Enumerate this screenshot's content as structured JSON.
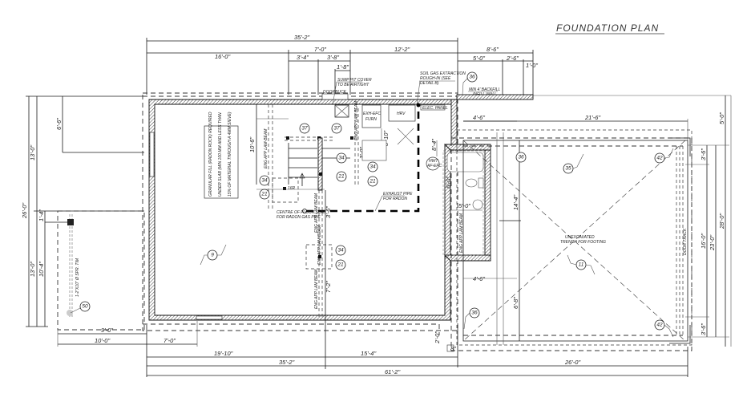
{
  "drawing": {
    "title": "FOUNDATION PLAN",
    "colors": {
      "line": "#1a1a1a",
      "background": "#ffffff",
      "hatch": "#444444"
    }
  },
  "dimensions": {
    "top": {
      "overall_main": "35'-2\"",
      "left_span": "16'-0\"",
      "stair_span": "7'-0\"",
      "stair_left": "3'-4\"",
      "stair_right": "3'-8\"",
      "stair_sub": "1'-8\"",
      "right_span": "12'-2\"",
      "garage_span": "8'-6\"",
      "garage_left": "5'-0\"",
      "garage_mid": "2'-6\"",
      "garage_right": "1'-0\""
    },
    "left": {
      "overall": "26'-0\"",
      "upper": "13'-0\"",
      "top_offset": "6'-6\"",
      "lower": "13'-0\"",
      "pier_offset": "1'-4\"",
      "pier_span": "10'-4\""
    },
    "bottom": {
      "left_a": "9'-0\"",
      "left_b": "10'-0\"",
      "window_offset": "7'-0\"",
      "seg_1": "19'-10\"",
      "seg_2": "15'-4\"",
      "main_total": "35'-2\"",
      "garage_total": "26'-0\"",
      "grand_total": "61'-2\"",
      "small_1": "2'-0\"",
      "small_2": "8\""
    },
    "interior": {
      "stair_height": "10'-6\"",
      "mech_height": "8'-10\"",
      "wall_a": "8'-4\"",
      "bath_height": "6'-0\"",
      "bath_width": "5'-0\"",
      "beam_dim": "7'-2\"",
      "small_a": "3'-0\"",
      "small_b": "1'-0\"",
      "small_c": "3'-6\""
    },
    "garage": {
      "top_width": "21'-6\"",
      "left_offset": "4'-6\"",
      "bottom_offset": "4'-6\"",
      "left_height": "14'-4\"",
      "lower_height": "6'-8\"",
      "right_top": "5'-0\"",
      "right_upper": "3'-6\"",
      "right_mid": "16'-0\"",
      "right_span": "23'-0\"",
      "right_overall": "28'-0\"",
      "right_lower": "3'-6\""
    }
  },
  "notes": {
    "granular": [
      "GRANULAR FILL (RADON ROCK) REQUIRED",
      "UNDER SLAB (MIN 100 MM AND LESS THAN",
      "15% OF MATERIAL THROUGH A 4MM SIEVE)"
    ],
    "sump": [
      "SUMP PIT COVER",
      "TO BE AIRTIGHT"
    ],
    "soil_gas": [
      "SOIL GAS EXTRACTION",
      "ROUGH-IN (SEE",
      "DETAIL B)"
    ],
    "backfill": [
      "MIN 4' BACKFILL",
      "INFILL WALL"
    ],
    "doorbuck": "DOORBUCK",
    "furnace": [
      "EXH-EFC",
      "FURN"
    ],
    "hrv": "HRV",
    "elec_panel": "ELEC. PANEL",
    "hwt": [
      "HWT",
      "AF-EFC"
    ],
    "exhaust": [
      "EXHAUST PIPE",
      "FOR RADON"
    ],
    "radon_centre": [
      "CENTRE OF FLOOR SLAB",
      "FOR RADON GAS PIPE"
    ],
    "beam_1": "ENG APP LAM-BEAM",
    "beam_2": "ENG APP LAM BEAM",
    "beam_3": "ENG APP LAM BEAM",
    "beam_4": "ENG APP LAM BEAM",
    "beam_5": "ENG APP LAM BEAM",
    "beam_6": "ENG APP LAM BEAM",
    "pier": "1-2\"X10\" Ø SPR. TIM",
    "unexcavated": [
      "UNEXCAVATED",
      "TRENCH FOR FOOTING"
    ],
    "door_track": "DOOR TRACK",
    "post": "16R"
  },
  "tags": {
    "t9": "9",
    "t11": "11",
    "t21a": "21",
    "t21b": "21",
    "t21c": "21",
    "t21d": "21",
    "t34a": "34",
    "t34b": "34",
    "t34c": "34",
    "t34d": "34",
    "t35": "35",
    "t36a": "36",
    "t36b": "36",
    "t36c": "36",
    "t37a": "37",
    "t37b": "37",
    "t42a": "42",
    "t42b": "42",
    "t50": "50"
  }
}
